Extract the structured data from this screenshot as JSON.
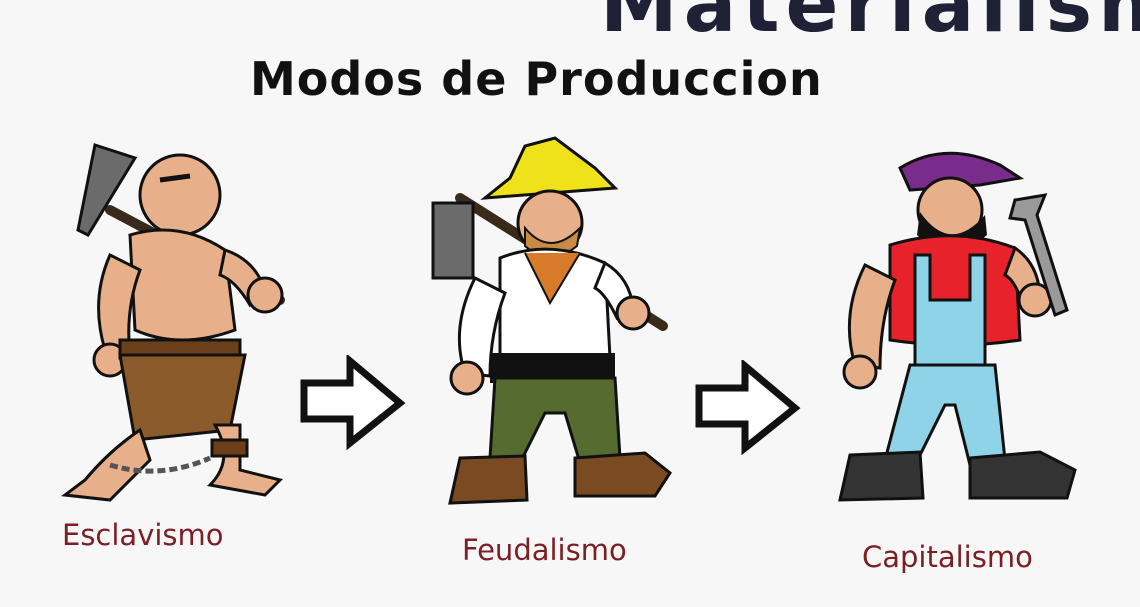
{
  "top_cut_text": "Materialismo",
  "title": "Modos de Produccion",
  "stages": [
    {
      "label": "Esclavismo"
    },
    {
      "label": "Feudalismo"
    },
    {
      "label": "Capitalismo"
    }
  ],
  "colors": {
    "label": "#7b1f24",
    "title": "#111111",
    "skin": "#e8b08a",
    "hat_yellow": "#f0e21a",
    "shirt_red": "#e8222a",
    "overalls_blue": "#8fd3e8",
    "cap_purple": "#7a2c8c",
    "trousers_green": "#556b2f",
    "loincloth_brown": "#8a5a2b"
  },
  "icons": [
    "pickaxe-icon",
    "hoe-icon",
    "wrench-icon",
    "arrow-right-icon"
  ]
}
